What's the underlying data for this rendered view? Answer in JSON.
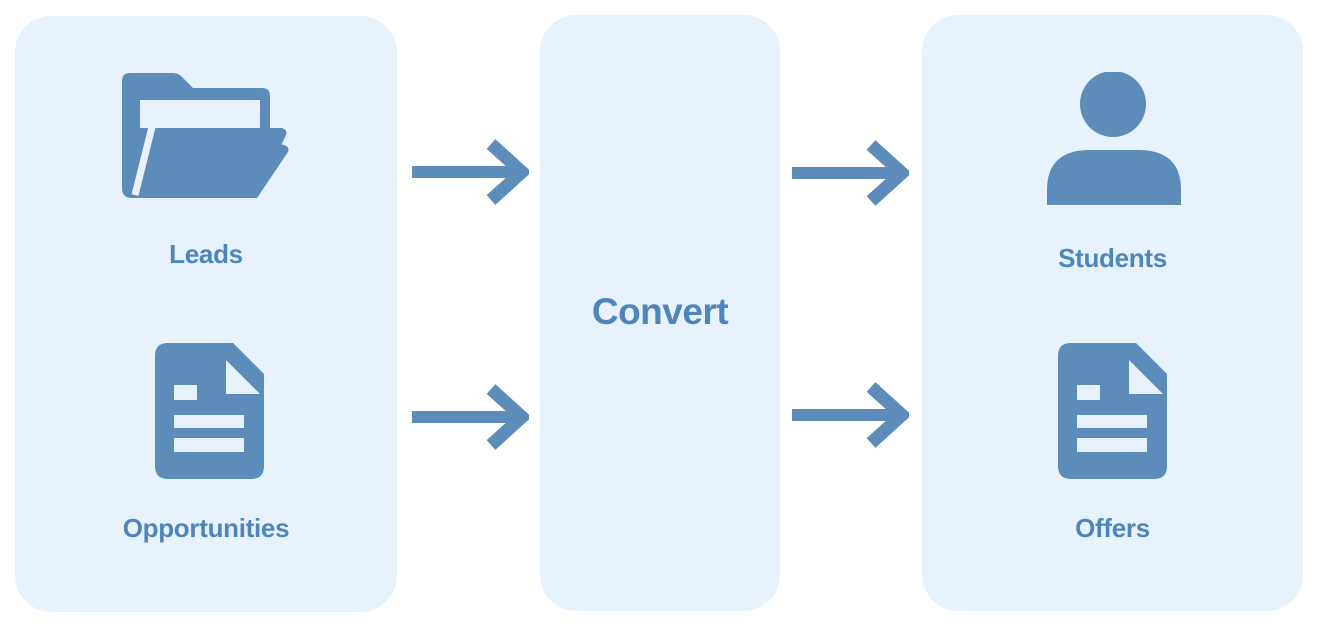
{
  "diagram": {
    "panels": {
      "sources": {
        "items": [
          {
            "icon": "open-folder-icon",
            "label": "Leads"
          },
          {
            "icon": "document-text-icon",
            "label": "Opportunities"
          }
        ]
      },
      "convert": {
        "label": "Convert"
      },
      "results": {
        "items": [
          {
            "icon": "person-icon",
            "label": "Students"
          },
          {
            "icon": "document-text-icon",
            "label": "Offers"
          }
        ]
      }
    },
    "arrows": {
      "count": 4,
      "direction": "right",
      "icon": "arrow-right-icon"
    },
    "colors": {
      "canvas_bg": "#FFFFFF",
      "panel_bg": "#E8F2FC",
      "icon_fill": "#5B8CBA",
      "label_text": "#4D86BD"
    }
  }
}
